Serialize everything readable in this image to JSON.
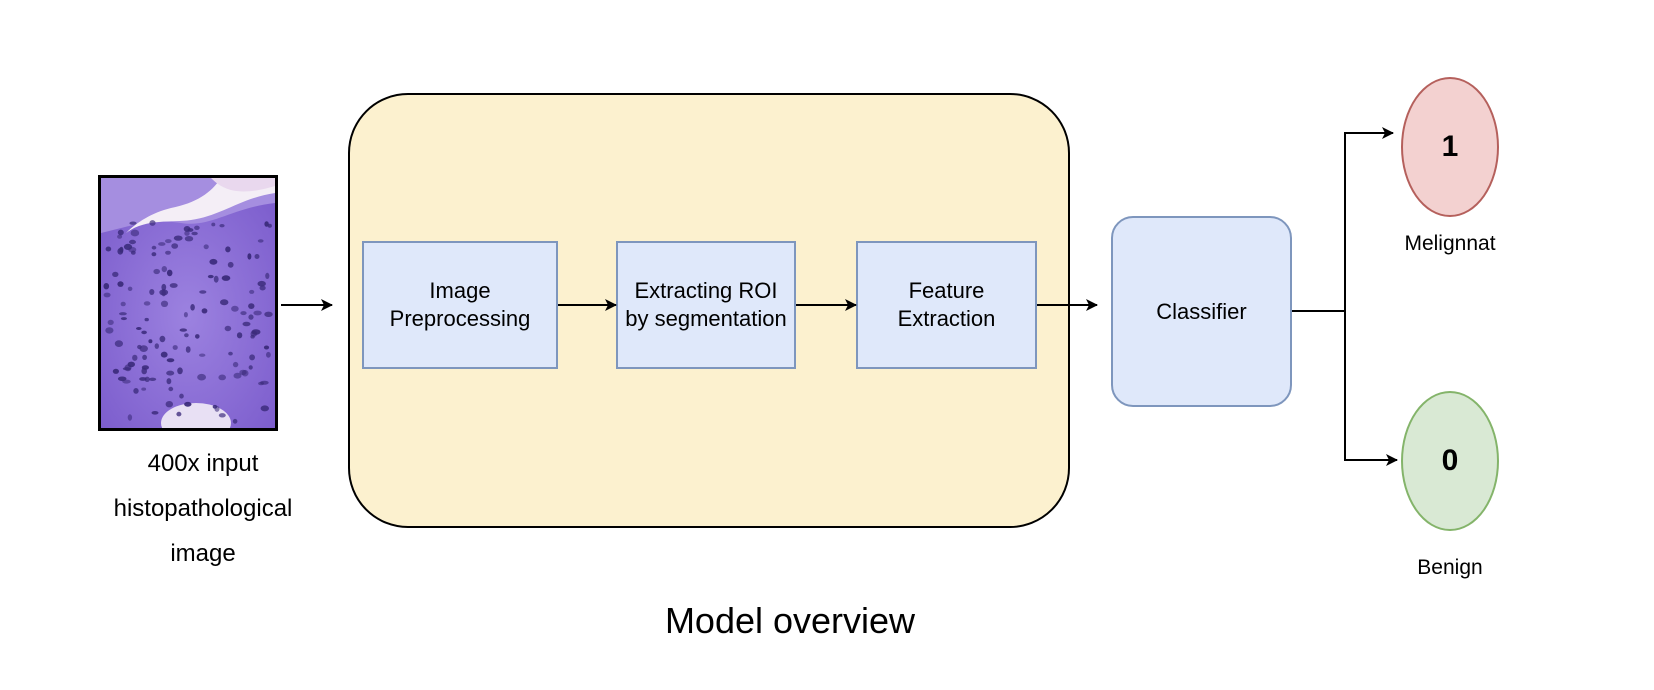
{
  "input": {
    "caption_line1": "400x input",
    "caption_line2": "histopathological image"
  },
  "model": {
    "steps": [
      {
        "label": "Image Preprocessing"
      },
      {
        "label": "Extracting ROI by segmentation"
      },
      {
        "label": "Feature Extraction"
      }
    ]
  },
  "classifier": {
    "label": "Classifier"
  },
  "outputs": [
    {
      "value": "1",
      "label": "Melignnat",
      "color": "#f3d1d0",
      "border": "#b5605c"
    },
    {
      "value": "0",
      "label": "Benign",
      "color": "#d9e9d4",
      "border": "#84b46a"
    }
  ],
  "title": "Model overview",
  "colors": {
    "model_background": "#fcf1cf",
    "step_fill": "#dfe8fa",
    "step_border": "#7e96bd",
    "tissue_purple": "#8a6ad6"
  }
}
